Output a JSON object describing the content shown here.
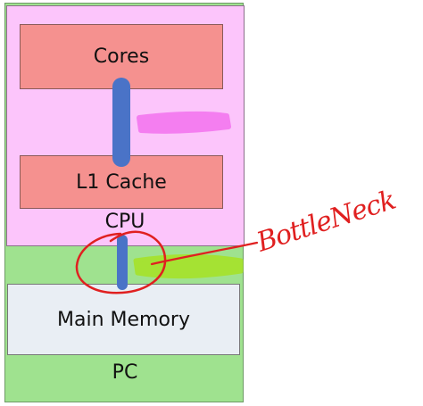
{
  "diagram": {
    "pc_label": "PC",
    "cpu_label": "CPU",
    "cores_label": "Cores",
    "l1_label": "L1 Cache",
    "memory_label": "Main Memory",
    "annotation": "BottleNeck"
  },
  "colors": {
    "pc": "#9fe28f",
    "cpu": "#fcc5fb",
    "cores": "#f5918f",
    "l1_cache": "#f5918f",
    "main_memory": "#e9eef4",
    "bus": "#4a73c7",
    "pink_highlight": "#f47bf0",
    "green_highlight": "#a6e22a",
    "annotation_ink": "#e02020"
  }
}
